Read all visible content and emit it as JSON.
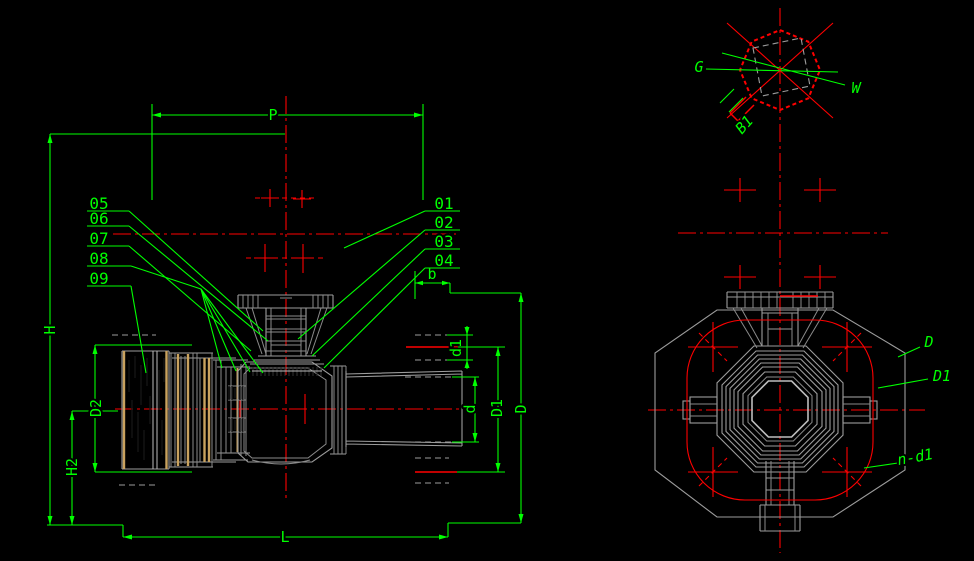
{
  "drawing": {
    "type": "cad-ball-valve-two-view-drawing",
    "background": "#000000",
    "colors": {
      "dimension_green": "#00ff00",
      "centerline_red": "#ff0000",
      "outline_gray": "#9c9c9c",
      "section_fill_gray": "#7c7c7c",
      "seal_tan": "#c9a25e"
    },
    "front_view": {
      "dimension_labels": {
        "P": "P",
        "H": "H",
        "H2": "H2",
        "D2": "D2",
        "L": "L",
        "b": "b",
        "d1": "d1",
        "d": "d",
        "D1": "D1",
        "D": "D"
      },
      "part_callouts_left": [
        "05",
        "06",
        "07",
        "08",
        "09"
      ],
      "part_callouts_right": [
        "01",
        "02",
        "03",
        "04"
      ]
    },
    "end_view": {
      "dimension_labels": {
        "G": "G",
        "W": "W",
        "B1": "B1",
        "D": "D",
        "D1": "D1",
        "n_d1": "n-d1"
      }
    }
  }
}
